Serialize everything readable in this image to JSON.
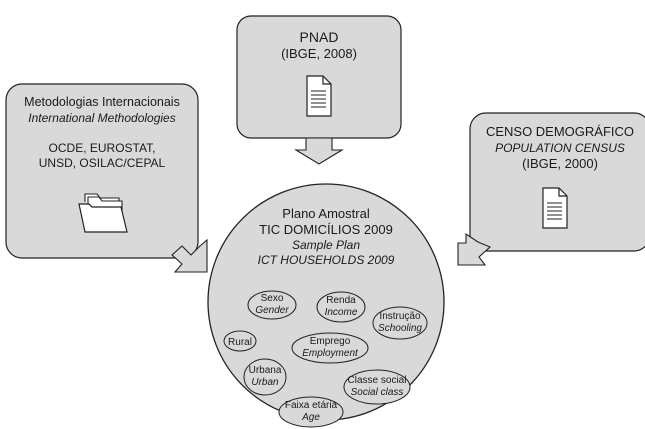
{
  "pnad": {
    "title": "PNAD",
    "subtitle": "(IBGE, 2008)",
    "icon": "document-icon"
  },
  "international": {
    "title": "Metodologias Internacionais",
    "title_en": "International Methodologies",
    "orgs_line1": "OCDE, EUROSTAT,",
    "orgs_line2": "UNSD, OSILAC/CEPAL",
    "icon": "folder-icon"
  },
  "census": {
    "title": "CENSO DEMOGRÁFICO",
    "title_en": "POPULATION CENSUS",
    "subtitle": "(IBGE, 2000)",
    "icon": "document-icon"
  },
  "plan": {
    "title_line1": "Plano Amostral",
    "title_line2": "TIC DOMICÍLIOS 2009",
    "title_en_line1": "Sample Plan",
    "title_en_line2": "ICT HOUSEHOLDS 2009"
  },
  "variables": [
    {
      "pt": "Sexo",
      "en": "Gender"
    },
    {
      "pt": "Renda",
      "en": "Income"
    },
    {
      "pt": "Instrução",
      "en": "Schooling"
    },
    {
      "pt": "Rural",
      "en": ""
    },
    {
      "pt": "Emprego",
      "en": "Employment"
    },
    {
      "pt": "Urbana",
      "en": "Urban"
    },
    {
      "pt": "Classe social",
      "en": "Social class"
    },
    {
      "pt": "Faixa etária",
      "en": "Age"
    }
  ],
  "colors": {
    "box_fill": "#d9d9d9",
    "stroke": "#222222",
    "arrow_fill": "#d9d9d9",
    "bubble_fill": "#d9d9d9"
  }
}
